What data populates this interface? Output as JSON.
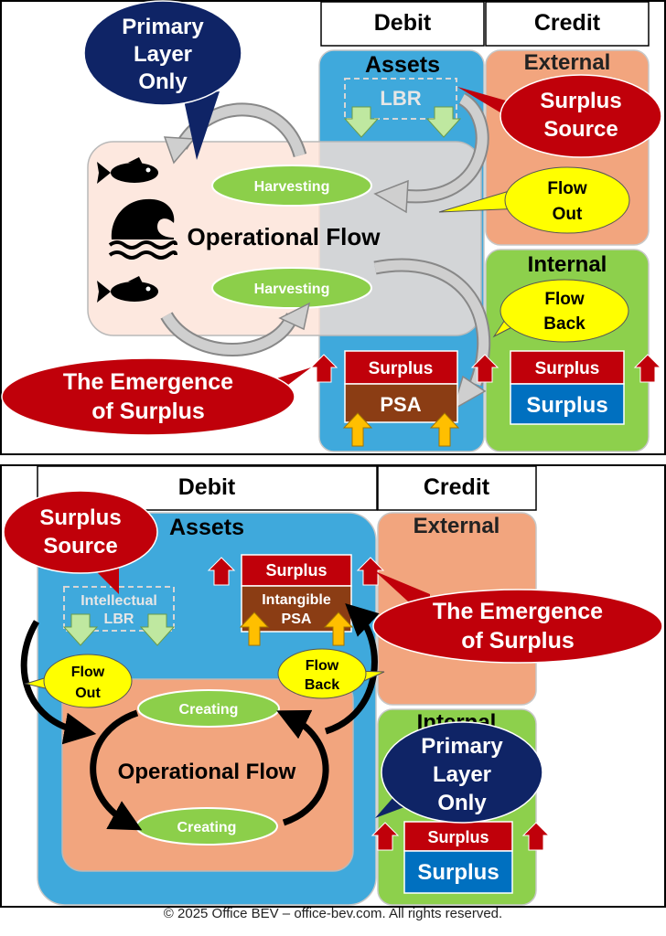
{
  "top_panel": {
    "headers": {
      "debit": "Debit",
      "credit": "Credit"
    },
    "assets_label": "Assets",
    "external_label": "External",
    "internal_label": "Internal",
    "lbr_label": "LBR",
    "callout_primary": [
      "Primary",
      "Layer",
      "Only"
    ],
    "callout_surplus_source": [
      "Surplus",
      "Source"
    ],
    "callout_flow_out": [
      "Flow",
      "Out"
    ],
    "callout_flow_back": [
      "Flow",
      "Back"
    ],
    "callout_emergence": [
      "The Emergence",
      "of Surplus"
    ],
    "harvesting_top": "Harvesting",
    "harvesting_bottom": "Harvesting",
    "operational_flow": "Operational Flow",
    "surplus_assets": "Surplus",
    "psa": "PSA",
    "surplus_internal_red": "Surplus",
    "surplus_internal_blue": "Surplus"
  },
  "bottom_panel": {
    "headers": {
      "debit": "Debit",
      "credit": "Credit"
    },
    "assets_label": "Assets",
    "external_label": "External",
    "internal_label": "Internal",
    "intellectual_lbr": [
      "Intellectual",
      "LBR"
    ],
    "callout_surplus_source": [
      "Surplus",
      "Source"
    ],
    "callout_flow_out": [
      "Flow",
      "Out"
    ],
    "callout_flow_back": [
      "Flow",
      "Back"
    ],
    "callout_emergence": [
      "The Emergence",
      "of Surplus"
    ],
    "callout_primary": [
      "Primary",
      "Layer",
      "Only"
    ],
    "creating_top": "Creating",
    "creating_bottom": "Creating",
    "operational_flow": "Operational Flow",
    "surplus_assets": "Surplus",
    "intangible_psa": [
      "Intangible",
      "PSA"
    ],
    "surplus_internal_red": "Surplus",
    "surplus_internal_blue": "Surplus"
  },
  "footer": {
    "copyright": "© 2025 Office BEV – office-bev.com. All rights reserved."
  },
  "colors": {
    "assets_blue": "#3fa9dc",
    "external_salmon": "#f2a57e",
    "internal_green": "#8dd04c",
    "navy": "#0f2466",
    "crimson": "#c0000a",
    "yellow": "#ffff00",
    "oval_green": "#8ccf4a",
    "psa_brown": "#8b3d14",
    "surplus_blue": "#0070c0",
    "arrow_yellow": "#ffbf00",
    "arrow_lightgreen": "#bfe8a0"
  },
  "icons": [
    "fish-icon",
    "wave-icon"
  ]
}
